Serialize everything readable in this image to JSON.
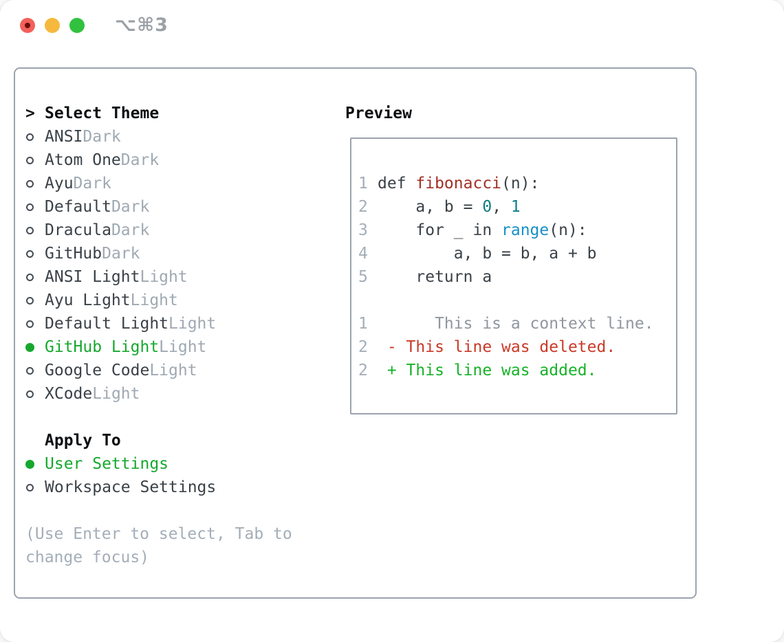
{
  "window": {
    "title": "⌥⌘3",
    "traffic_lights": [
      "close",
      "minimize",
      "zoom"
    ]
  },
  "left_panel": {
    "header_prefix": ">",
    "header": "Select Theme",
    "themes": [
      {
        "name": "ANSI",
        "variant": "Dark",
        "selected": false
      },
      {
        "name": "Atom One",
        "variant": "Dark",
        "selected": false
      },
      {
        "name": "Ayu",
        "variant": "Dark",
        "selected": false
      },
      {
        "name": "Default",
        "variant": "Dark",
        "selected": false
      },
      {
        "name": "Dracula",
        "variant": "Dark",
        "selected": false
      },
      {
        "name": "GitHub",
        "variant": "Dark",
        "selected": false
      },
      {
        "name": "ANSI Light",
        "variant": "Light",
        "selected": false
      },
      {
        "name": "Ayu Light",
        "variant": "Light",
        "selected": false
      },
      {
        "name": "Default Light",
        "variant": "Light",
        "selected": false
      },
      {
        "name": "GitHub Light",
        "variant": "Light",
        "selected": true
      },
      {
        "name": "Google Code",
        "variant": "Light",
        "selected": false
      },
      {
        "name": "XCode",
        "variant": "Light",
        "selected": false
      }
    ],
    "apply_header": "Apply To",
    "apply_options": [
      {
        "label": "User Settings",
        "selected": true
      },
      {
        "label": "Workspace Settings",
        "selected": false
      }
    ],
    "help_lines": [
      "(Use Enter to select, Tab to",
      "change focus)"
    ]
  },
  "preview": {
    "header": "Preview",
    "code_lines": [
      {
        "num": "1",
        "segments": [
          {
            "text": "def ",
            "color": "plain"
          },
          {
            "text": "fibonacci",
            "color": "red"
          },
          {
            "text": "(n):",
            "color": "plain"
          }
        ]
      },
      {
        "num": "2",
        "segments": [
          {
            "text": "    a, b = ",
            "color": "plain"
          },
          {
            "text": "0",
            "color": "teal"
          },
          {
            "text": ", ",
            "color": "plain"
          },
          {
            "text": "1",
            "color": "teal"
          }
        ]
      },
      {
        "num": "3",
        "segments": [
          {
            "text": "    for _ in ",
            "color": "plain"
          },
          {
            "text": "range",
            "color": "blue"
          },
          {
            "text": "(n):",
            "color": "plain"
          }
        ]
      },
      {
        "num": "4",
        "segments": [
          {
            "text": "        a, b = b, a + b",
            "color": "plain"
          }
        ]
      },
      {
        "num": "5",
        "segments": [
          {
            "text": "    return a",
            "color": "plain"
          }
        ]
      }
    ],
    "diff_lines": [
      {
        "num": "1",
        "segments": [
          {
            "text": "      This is a context line.",
            "color": "gray"
          }
        ]
      },
      {
        "num": "2",
        "segments": [
          {
            "text": " - This line was deleted.",
            "color": "diff_red"
          }
        ]
      },
      {
        "num": "2",
        "segments": [
          {
            "text": " + This line was added.",
            "color": "diff_green"
          }
        ]
      }
    ]
  },
  "colors": {
    "accent_green": "#16a82e",
    "traffic_red": "#f2605a",
    "traffic_red_dot": "#6e0b0b",
    "traffic_yellow": "#f5b93d",
    "traffic_green": "#32c13f",
    "panel_border": "#9aa3ad",
    "text_dark": "#3a4147",
    "text_black": "#0c0f12",
    "muted_gray": "#9fa9b3",
    "line_number_gray": "#a3aeb9",
    "syntax_function_red": "#a33026",
    "syntax_number_teal": "#0e7d84",
    "syntax_builtin_blue": "#178fc7",
    "diff_context_gray": "#8f979f",
    "diff_deleted_red": "#c93a27",
    "diff_added_green": "#16b327"
  }
}
